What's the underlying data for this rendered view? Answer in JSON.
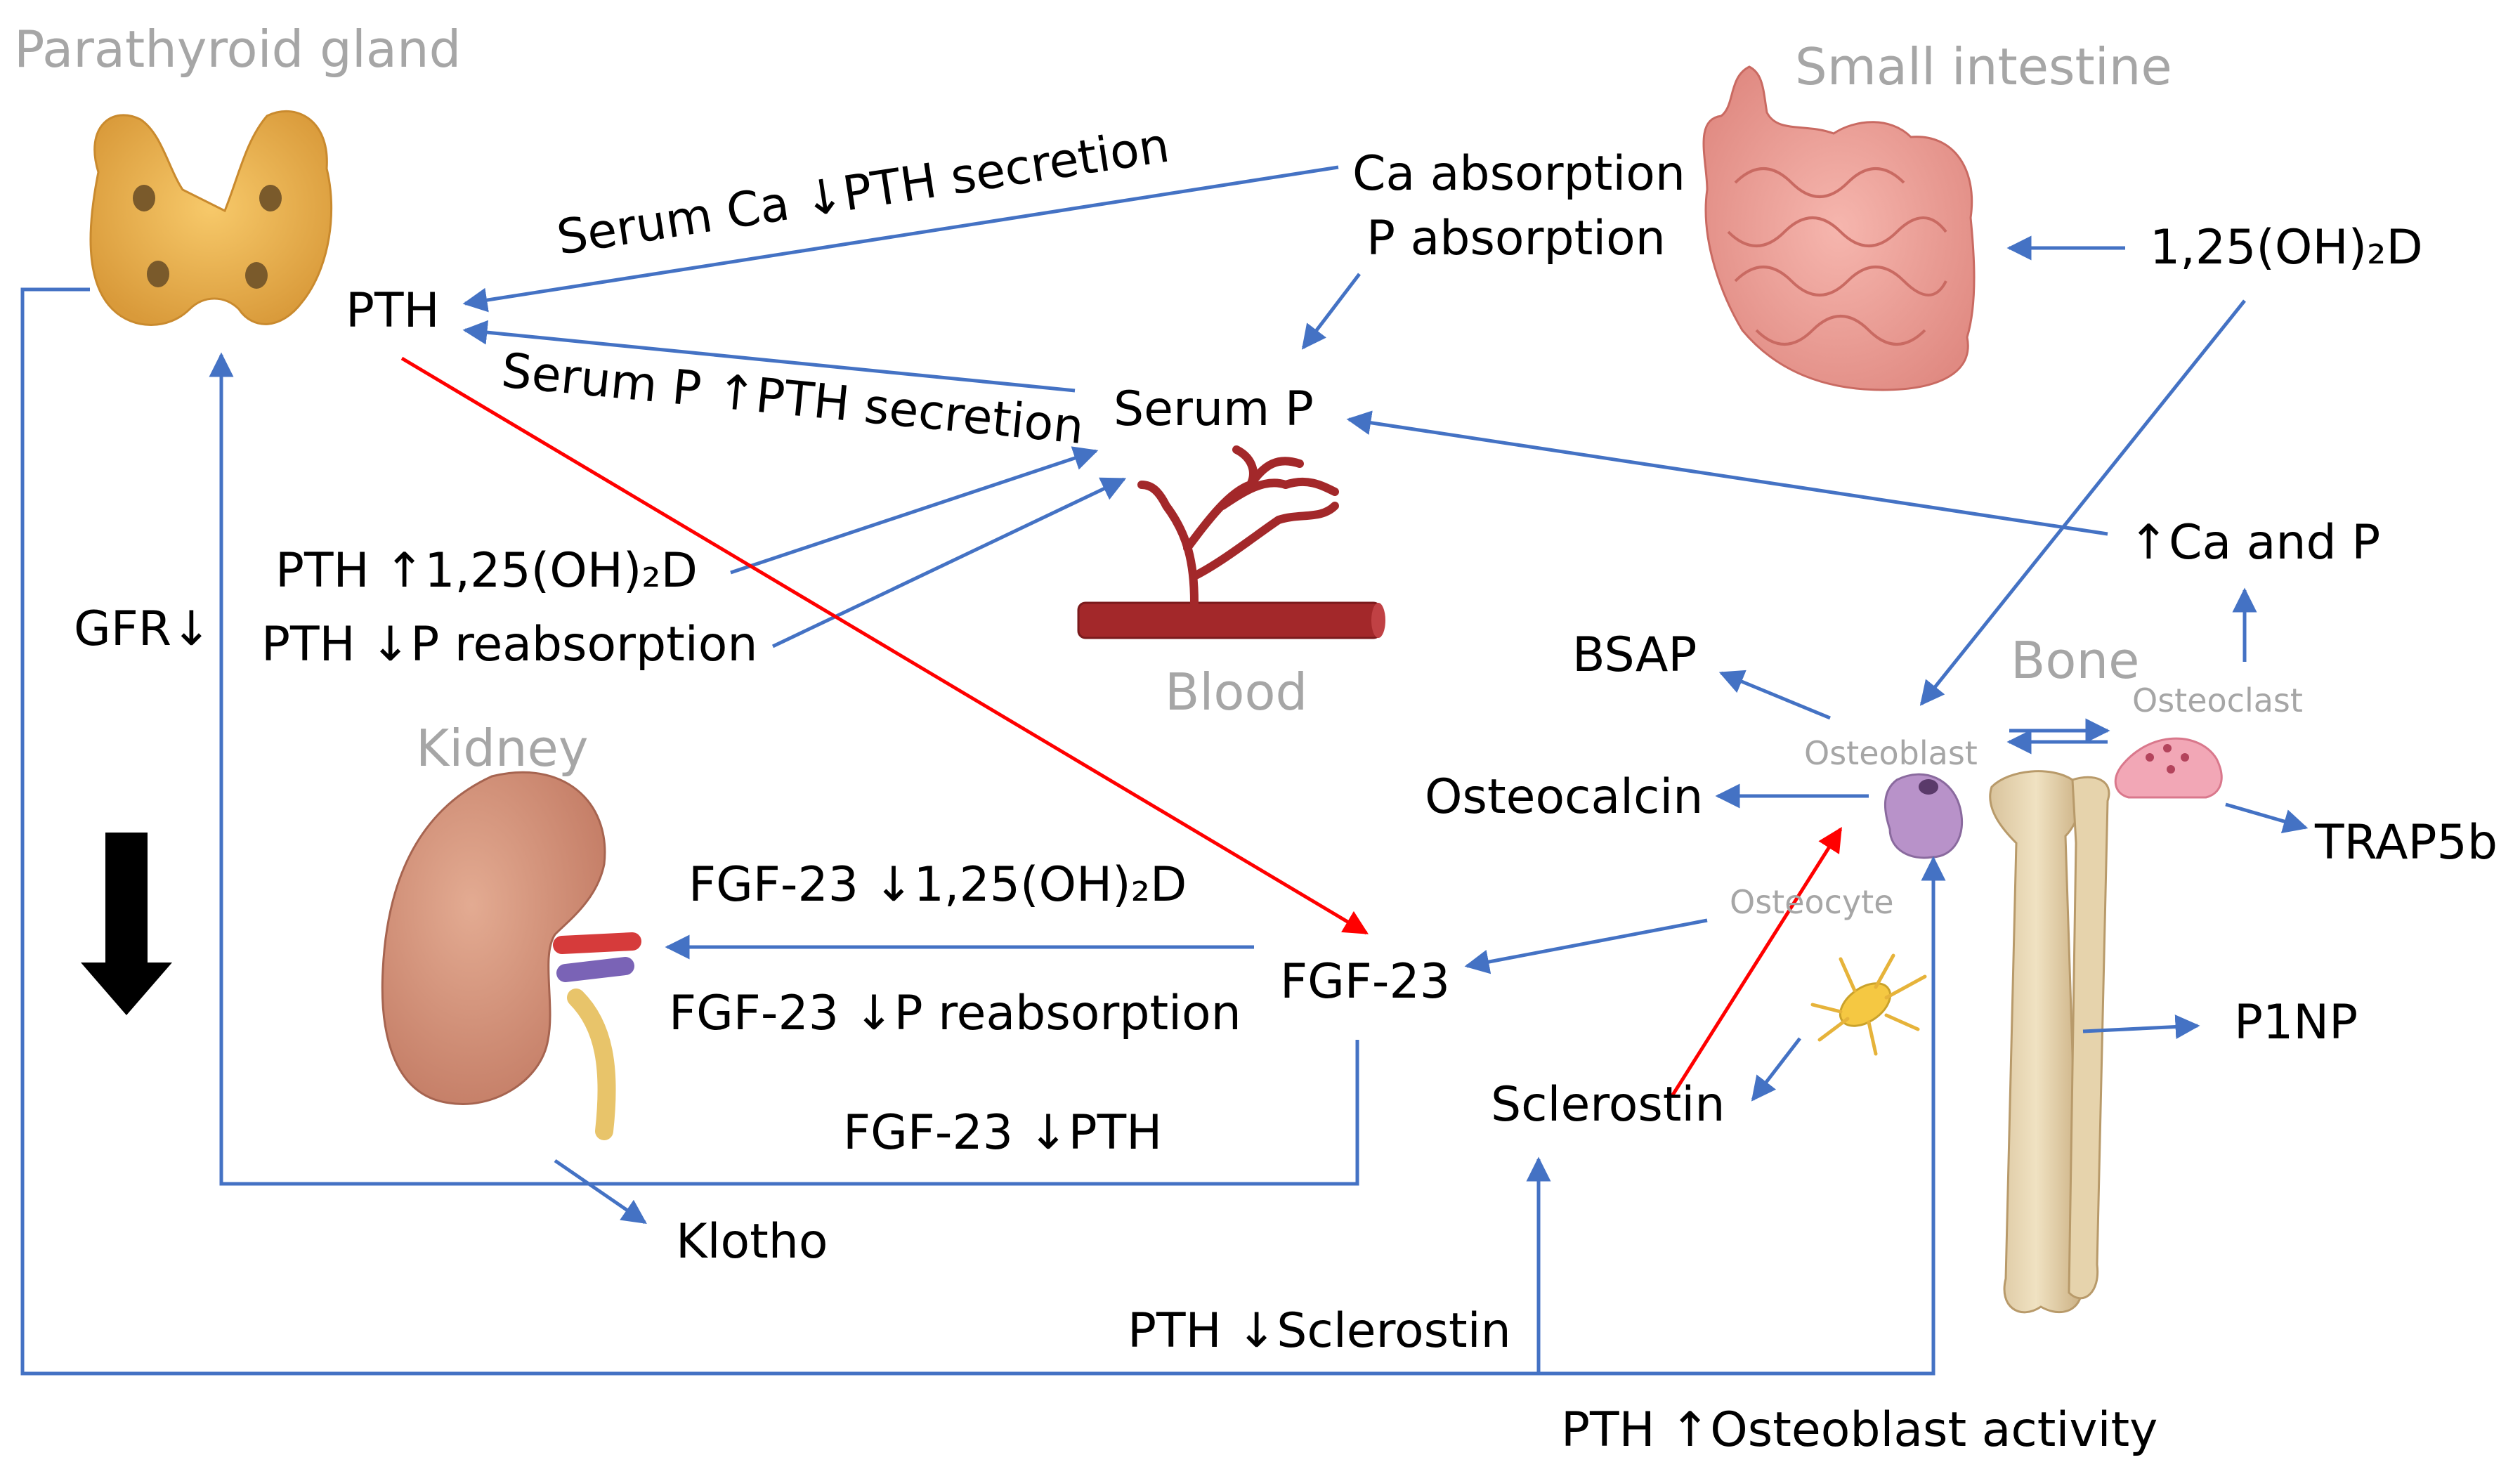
{
  "colors": {
    "arrow_blue": "#4472c4",
    "arrow_red": "#ff0000",
    "organ_label": "#a6a6a6",
    "text": "#000000"
  },
  "organs": {
    "parathyroid": "Parathyroid gland",
    "intestine": "Small intestine",
    "blood": "Blood",
    "kidney": "Kidney",
    "bone": "Bone"
  },
  "cells": {
    "osteoblast": "Osteoblast",
    "osteoclast": "Osteoclast",
    "osteocyte": "Osteocyte"
  },
  "nodes": {
    "pth": "PTH",
    "ca_absorption": "Ca absorption",
    "p_absorption": "P absorption",
    "vitd": "1,25(OH)₂D",
    "serum_p": "Serum P",
    "ca_and_p": "↑Ca and P",
    "bsap": "BSAP",
    "osteocalcin": "Osteocalcin",
    "trap5b": "TRAP5b",
    "p1np": "P1NP",
    "fgf23": "FGF-23",
    "sclerostin": "Sclerostin",
    "klotho": "Klotho",
    "gfr": "GFR↓"
  },
  "labels": {
    "serum_ca_pth": "Serum Ca ↓PTH secretion",
    "serum_p_pth": "Serum P ↑PTH secretion",
    "pth_vitd": "PTH ↑1,25(OH)₂D",
    "pth_p_reabs": "PTH ↓P reabsorption",
    "fgf_vitd": "FGF-23 ↓1,25(OH)₂D",
    "fgf_p_reabs": "FGF-23 ↓P reabsorption",
    "fgf_pth": "FGF-23 ↓PTH",
    "pth_sclerostin": "PTH ↓Sclerostin",
    "pth_osteoblast": "PTH ↑Osteoblast activity"
  }
}
